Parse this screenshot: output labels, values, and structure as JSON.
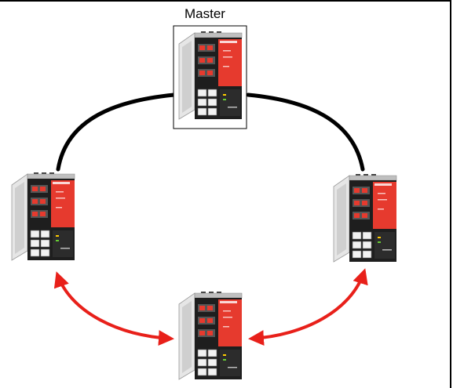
{
  "diagram": {
    "master_label": "Master",
    "colors": {
      "ring_line": "#000000",
      "redundant_link": "#e8201a",
      "switch_body": "#d9d9d9",
      "switch_front": "#e63a2e",
      "switch_panel": "#1a1a1a"
    },
    "nodes": [
      {
        "id": "master",
        "role": "master"
      },
      {
        "id": "left",
        "role": "member"
      },
      {
        "id": "right",
        "role": "member"
      },
      {
        "id": "bottom",
        "role": "member"
      }
    ],
    "links": [
      {
        "from": "master",
        "to": "left",
        "style": "ring-line"
      },
      {
        "from": "master",
        "to": "right",
        "style": "ring-line"
      },
      {
        "from": "left",
        "to": "bottom",
        "style": "double-arrow"
      },
      {
        "from": "right",
        "to": "bottom",
        "style": "double-arrow"
      }
    ]
  }
}
